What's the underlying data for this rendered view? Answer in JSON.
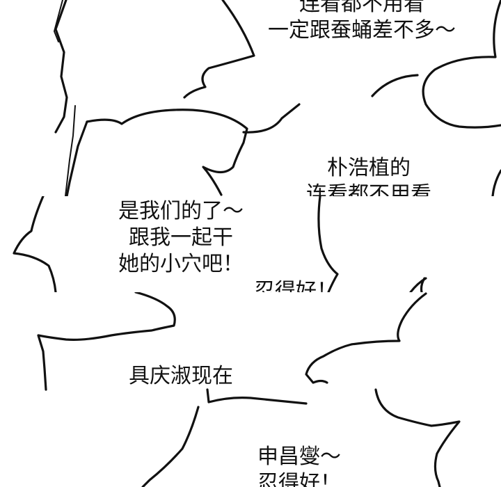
{
  "panels": [
    {
      "id": "p1",
      "bubbles": [
        {
          "lines": [
            "连看都不用看",
            "一定跟蚕蛹差不多～"
          ]
        },
        {
          "lines": [
            "朴浩植的",
            "连看都不用看"
          ]
        }
      ]
    },
    {
      "id": "p2",
      "bubbles": [
        {
          "lines": [
            "是我们的了～",
            "跟我一起干",
            "她的小穴吧！"
          ]
        },
        {
          "lines": [
            "忍得好！"
          ]
        }
      ]
    },
    {
      "id": "p3",
      "bubbles": [
        {
          "lines": [
            "具庆淑现在"
          ]
        },
        {
          "lines": [
            "申昌燮～",
            "忍得好！"
          ]
        }
      ]
    }
  ]
}
